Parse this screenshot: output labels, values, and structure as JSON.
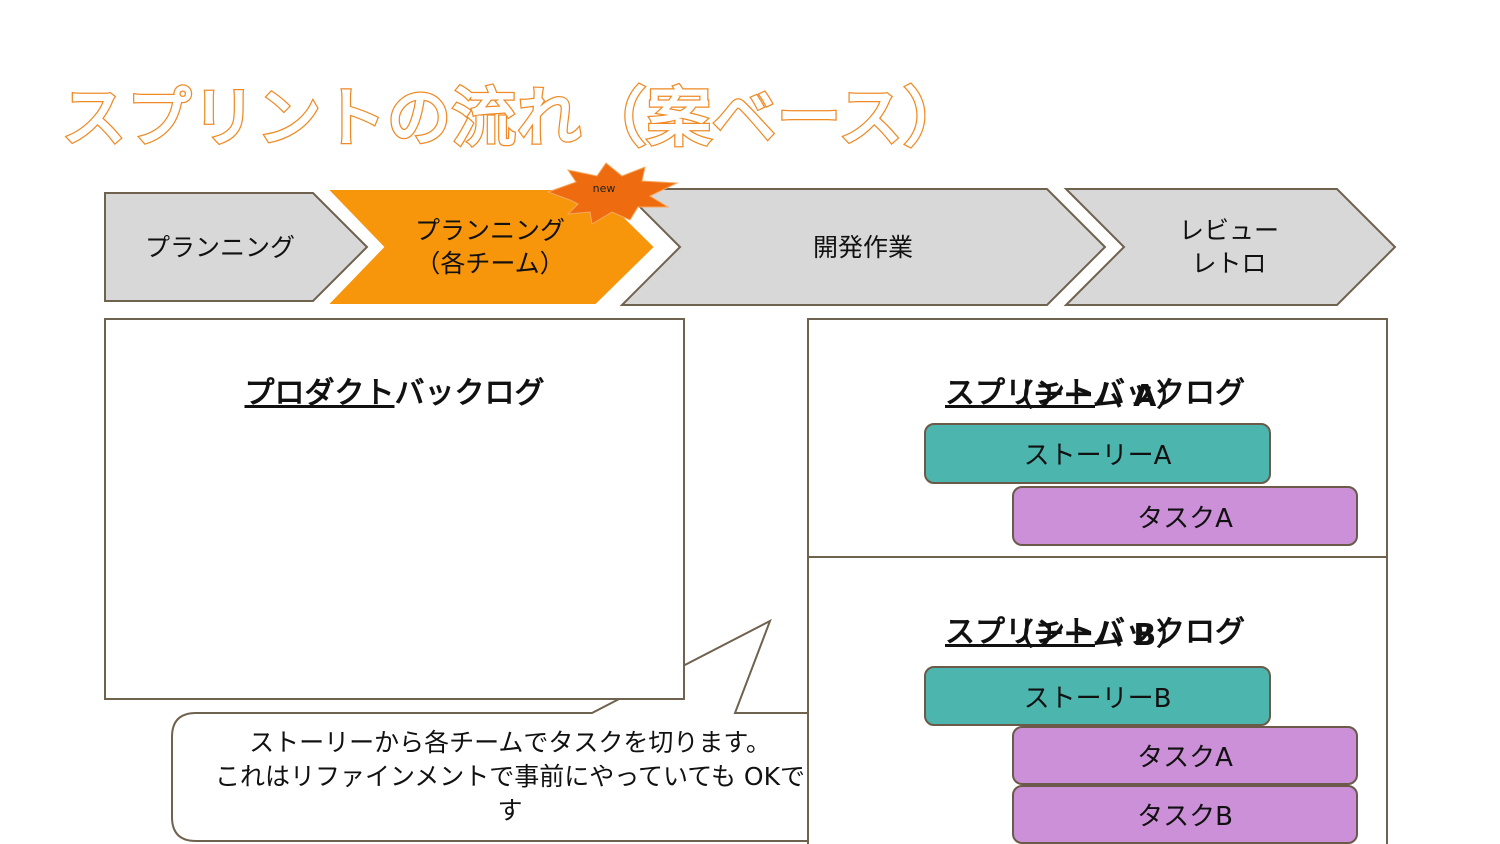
{
  "slide": {
    "title": "スプリントの流れ（案ベース）"
  },
  "flow": {
    "steps": [
      {
        "label": "プランニング"
      },
      {
        "label": "プランニング\n（各チーム）"
      },
      {
        "label": "開発作業"
      },
      {
        "label": "レビュー\nレトロ"
      }
    ],
    "badge": "new",
    "colors": {
      "gray": "#d8d8d8",
      "active": "#f7950b",
      "badge": "#ee6c0f",
      "stroke": "#6f624e"
    }
  },
  "product_backlog": {
    "title_underlined": "プロダクト",
    "title_rest": "バックログ"
  },
  "team_a": {
    "title_underlined": "スプリント",
    "title_rest": "バックログ",
    "team_line": "（チーム A）",
    "story": "ストーリーA",
    "tasks": [
      "タスクA"
    ]
  },
  "team_b": {
    "title_underlined": "スプリント",
    "title_rest": "バックログ",
    "team_line": "（チーム B）",
    "story": "ストーリーB",
    "tasks": [
      "タスクA",
      "タスクB"
    ]
  },
  "callout": {
    "text": "ストーリーから各チームでタスクを切ります。\nこれはリファインメントで事前にやっていても OKで\nす"
  },
  "colors": {
    "title_orange": "#ef8a25",
    "smiley_orange": "#f7950b",
    "story_teal": "#4bb5ae",
    "task_purple": "#cc90d8"
  }
}
